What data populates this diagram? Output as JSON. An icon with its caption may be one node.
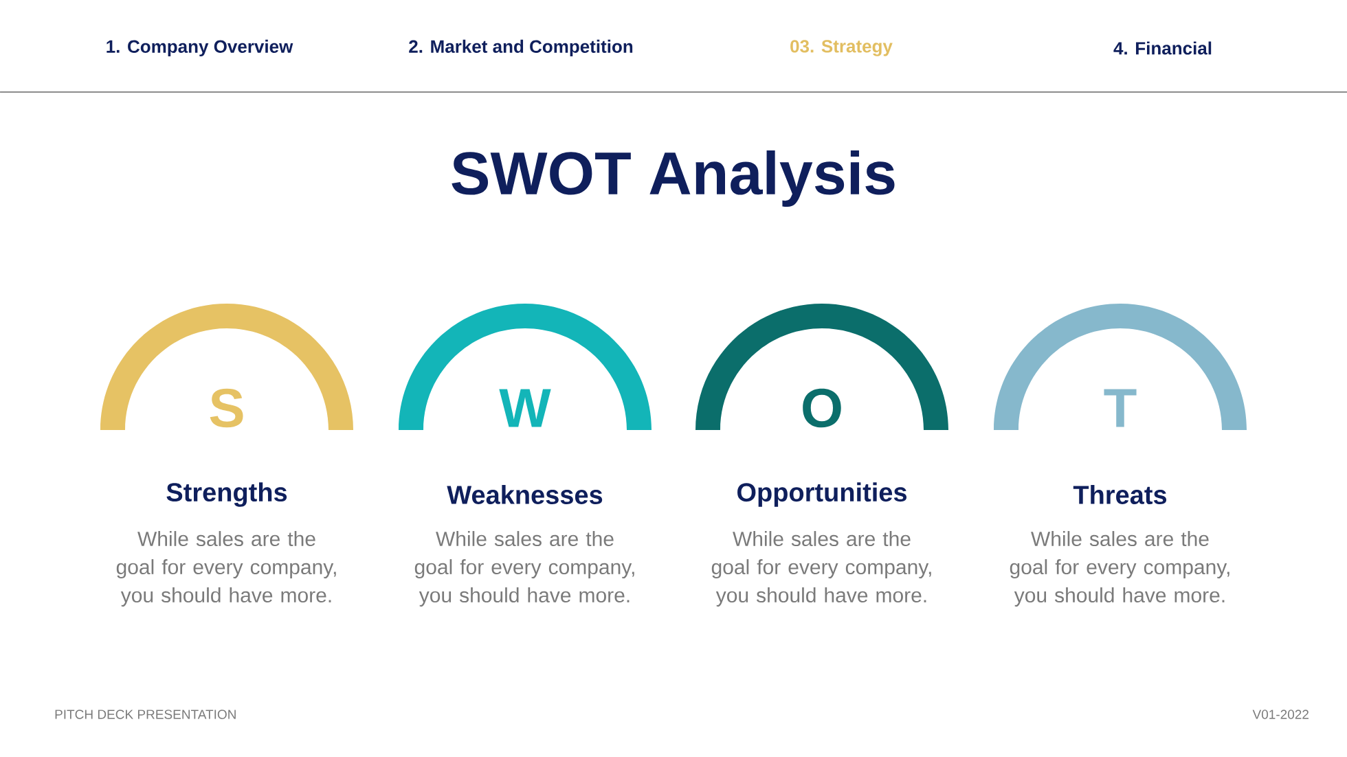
{
  "diagram": {
    "title": "SWOT Analysis",
    "nodes": [
      {
        "text": [
          "S",
          "Strengths",
          "While sales are the goal for every company, you should have more."
        ]
      },
      {
        "text": [
          "W",
          "Weaknesses",
          "While sales are the goal for every company, you should have more."
        ]
      },
      {
        "text": [
          "O",
          "Opportunities",
          "While sales are the goal for every company, you should have more."
        ]
      },
      {
        "text": [
          "T",
          "Threats",
          "While sales are the goal for every company, you should have more."
        ]
      }
    ],
    "edges": [],
    "labels": [
      "1. Company Overview",
      "2. Market and Competition",
      "03. Strategy",
      "4. Financial",
      "PITCH DECK PRESENTATION",
      "V01-2022"
    ]
  }
}
